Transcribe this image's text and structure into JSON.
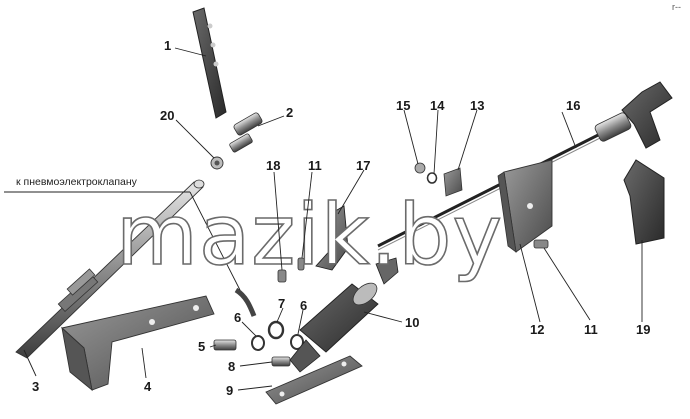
{
  "labels": {
    "p1": "1",
    "p2": "2",
    "p3": "3",
    "p4": "4",
    "p5": "5",
    "p6a": "6",
    "p6b": "6",
    "p7": "7",
    "p8": "8",
    "p9": "9",
    "p10": "10",
    "p11a": "11",
    "p11b": "11",
    "p12": "12",
    "p13": "13",
    "p14": "14",
    "p15": "15",
    "p16": "16",
    "p17": "17",
    "p18": "18",
    "p19": "19",
    "p20": "20"
  },
  "annotation": "к пневмоэлектроклапану",
  "watermark": "mazik.by",
  "corner_mark": "r--",
  "colors": {
    "metal": "#a9a9a9",
    "dark": "#3c3c3c",
    "line": "#222222"
  }
}
